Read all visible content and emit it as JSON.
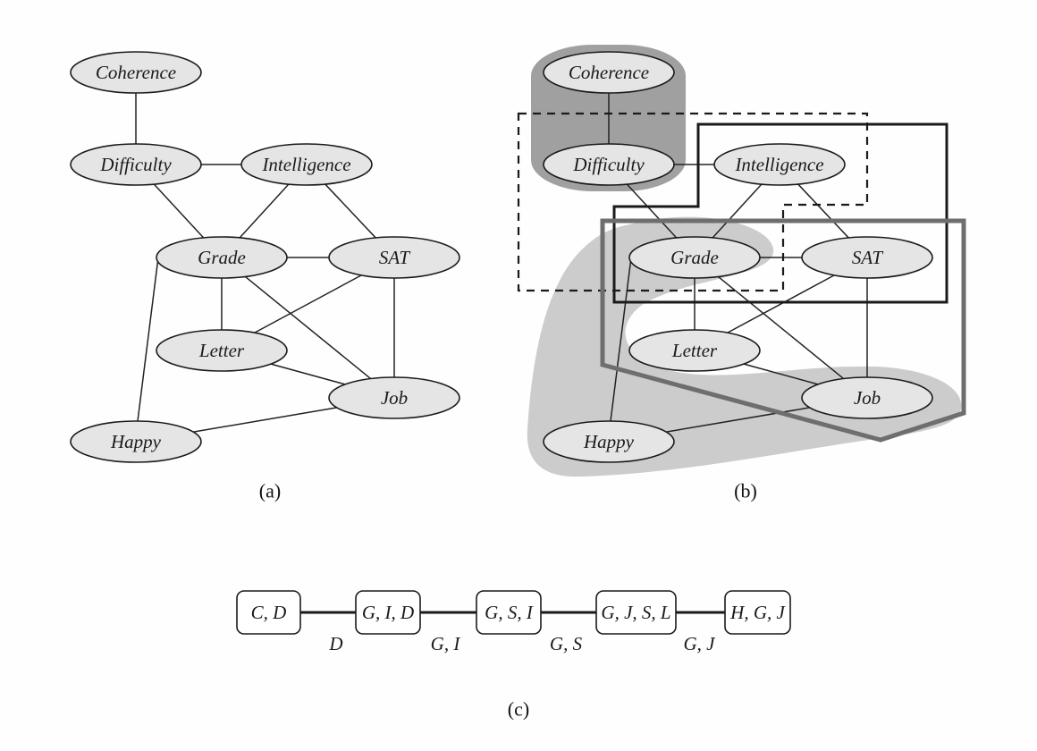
{
  "panels": {
    "a": {
      "caption": "(a)"
    },
    "b": {
      "caption": "(b)"
    },
    "c": {
      "caption": "(c)"
    }
  },
  "nodes": [
    {
      "id": "coherence",
      "label": "Coherence"
    },
    {
      "id": "difficulty",
      "label": "Difficulty"
    },
    {
      "id": "intelligence",
      "label": "Intelligence"
    },
    {
      "id": "grade",
      "label": "Grade"
    },
    {
      "id": "sat",
      "label": "SAT"
    },
    {
      "id": "letter",
      "label": "Letter"
    },
    {
      "id": "job",
      "label": "Job"
    },
    {
      "id": "happy",
      "label": "Happy"
    }
  ],
  "edges": [
    [
      "coherence",
      "difficulty"
    ],
    [
      "difficulty",
      "intelligence"
    ],
    [
      "difficulty",
      "grade"
    ],
    [
      "intelligence",
      "grade"
    ],
    [
      "intelligence",
      "sat"
    ],
    [
      "grade",
      "sat"
    ],
    [
      "grade",
      "letter"
    ],
    [
      "grade",
      "job"
    ],
    [
      "grade",
      "happy"
    ],
    [
      "sat",
      "letter"
    ],
    [
      "sat",
      "job"
    ],
    [
      "letter",
      "job"
    ],
    [
      "job",
      "happy"
    ]
  ],
  "cliques_highlighted": [
    {
      "name": "C,D",
      "style": "dark-gray-fill"
    },
    {
      "name": "G,I,D",
      "style": "dashed-outline"
    },
    {
      "name": "G,S,I",
      "style": "black-outline"
    },
    {
      "name": "G,J,S,L",
      "style": "gray-thick-outline"
    },
    {
      "name": "H,G,J",
      "style": "light-gray-fill"
    }
  ],
  "clique_tree": {
    "cliques": [
      "C, D",
      "G, I, D",
      "G, S, I",
      "G, J, S, L",
      "H, G, J"
    ],
    "sepsets": [
      "D",
      "G, I",
      "G, S",
      "G, J"
    ]
  }
}
